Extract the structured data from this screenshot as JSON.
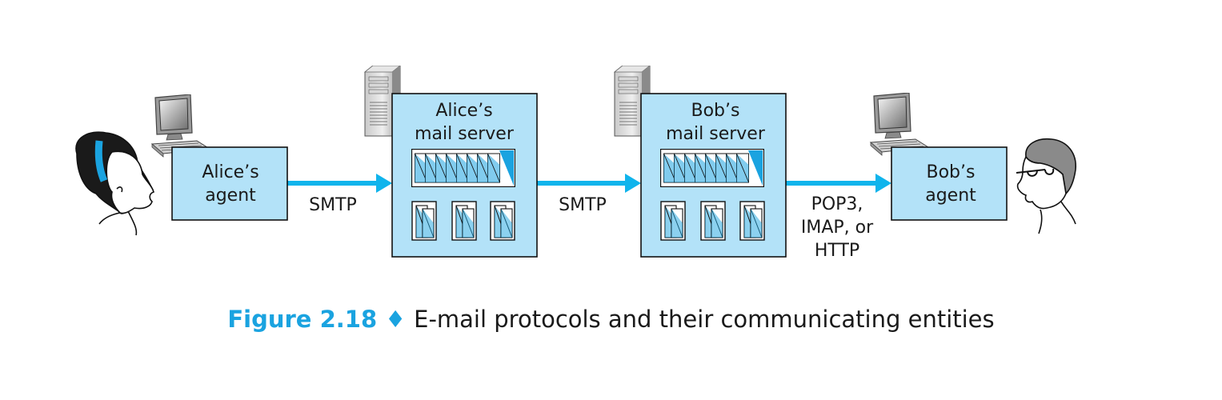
{
  "diagram": {
    "alice_agent": [
      "Alice’s",
      "agent"
    ],
    "alice_server": [
      "Alice’s",
      "mail server"
    ],
    "bob_server": [
      "Bob’s",
      "mail server"
    ],
    "bob_agent": [
      "Bob’s",
      "agent"
    ],
    "link1_protocol": "SMTP",
    "link2_protocol": "SMTP",
    "link3_protocol": [
      "POP3,",
      "IMAP, or",
      "HTTP"
    ],
    "colors": {
      "box_fill": "#b3e2f8",
      "arrow": "#10b4ec",
      "caption_accent": "#1aa3e0"
    }
  },
  "caption": {
    "figure_label": "Figure 2.18",
    "separator": "♦",
    "text": "E-mail protocols and their communicating entities"
  }
}
